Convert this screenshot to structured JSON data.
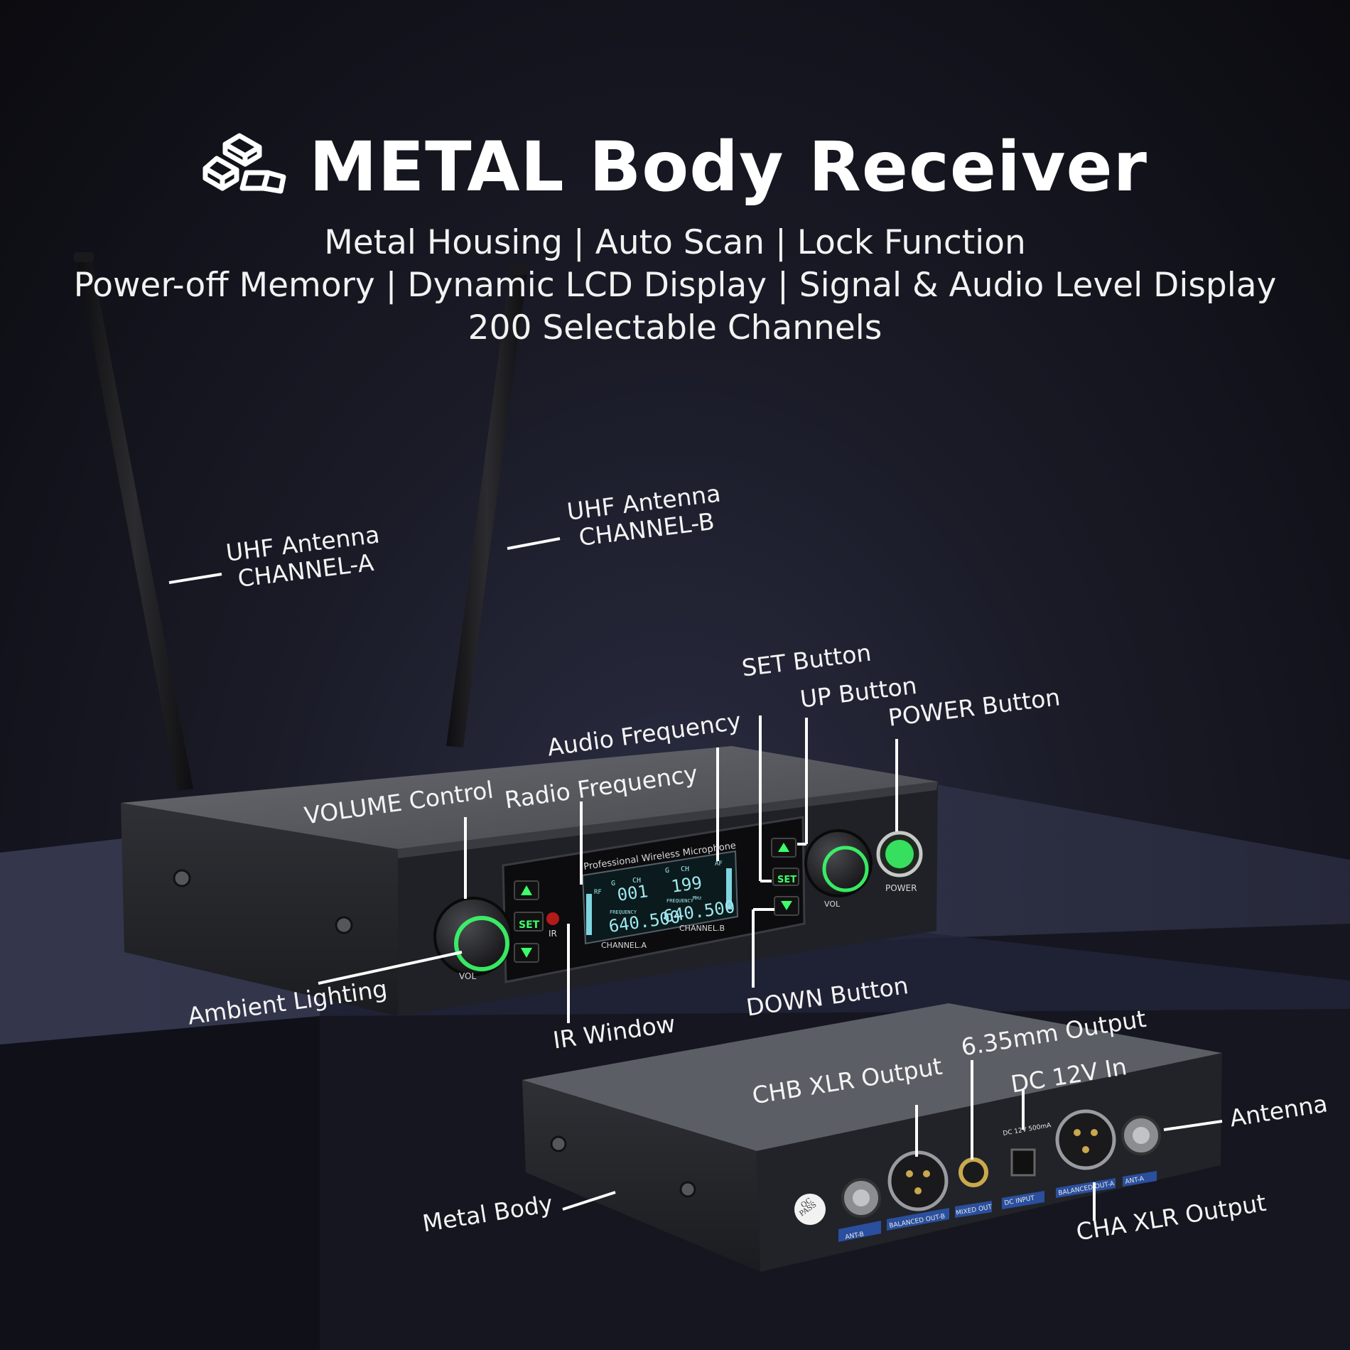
{
  "header": {
    "icon": "metal-ingots-icon",
    "title": "METAL Body Receiver",
    "features_line1": "Metal Housing | Auto Scan | Lock Function",
    "features_line2": "Power-off Memory | Dynamic LCD Display | Signal & Audio Level Display",
    "features_line3": "200 Selectable Channels"
  },
  "callouts": {
    "antenna_a_line1": "UHF Antenna",
    "antenna_a_line2": "CHANNEL-A",
    "antenna_b_line1": "UHF Antenna",
    "antenna_b_line2": "CHANNEL-B",
    "set_button": "SET Button",
    "up_button": "UP Button",
    "power_button": "POWER Button",
    "audio_frequency": "Audio Frequency",
    "radio_frequency": "Radio Frequency",
    "volume_control": "VOLUME Control",
    "ambient_lighting": "Ambient Lighting",
    "ir_window": "IR Window",
    "down_button": "DOWN Button",
    "chb_xlr_output": "CHB XLR Output",
    "output_635": "6.35mm Output",
    "dc_in": "DC 12V In",
    "antenna": "Antenna",
    "metal_body": "Metal Body",
    "cha_xlr_output": "CHA XLR Output"
  },
  "device_front": {
    "brand_text": "Professional Wireless Microphone",
    "set_label": "SET",
    "ir_label": "IR",
    "vol_label": "VOL",
    "power_label": "POWER",
    "channel_a": {
      "label": "CHANNEL.A",
      "channel": "001",
      "frequency": "640.500"
    },
    "channel_b": {
      "label": "CHANNEL.B",
      "channel": "199",
      "frequency": "640.500"
    },
    "lcd_g": "G",
    "lcd_ch": "CH",
    "lcd_frequency": "FREQUENCY",
    "lcd_mhz": "MHz",
    "lcd_rf": "RF",
    "lcd_af": "AF"
  },
  "device_back": {
    "ant_b": "ANT-B",
    "balanced_out_b": "BALANCED OUT-B",
    "mixed_out": "MIXED OUT",
    "dc_rating": "DC 12V 500mA",
    "dc_input": "DC INPUT",
    "balanced_out_a": "BALANCED OUT-A",
    "ant_a": "ANT-A",
    "qc_line1": "QC",
    "qc_line2": "PASS"
  },
  "colors": {
    "accent_green": "#3cff6a",
    "lcd_cyan": "#9fe8f0",
    "panel": "#2a2b30",
    "label_blue": "#2a4f9e"
  }
}
